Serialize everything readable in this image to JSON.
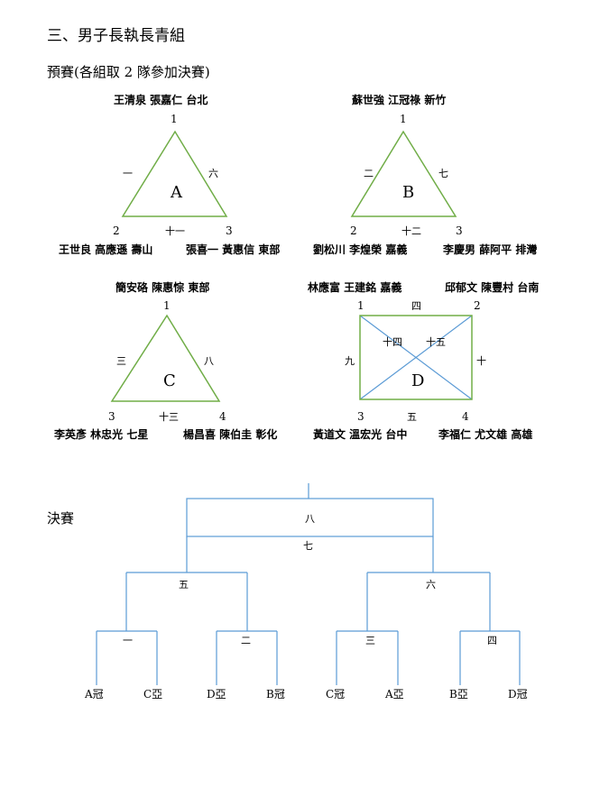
{
  "section_title": "三、男子長執長青組",
  "prelim_title": "預賽(各組取 2 隊參加決賽)",
  "final_title": "決賽",
  "groups": {
    "A": {
      "label": "A",
      "team1": "王清泉 張嘉仁 台北",
      "team2": "王世良 高應遜 壽山",
      "team3": "張喜一 黃惠信 東部",
      "pos1": "1",
      "pos2": "2",
      "pos3": "3",
      "games": {
        "left": "一",
        "right": "六",
        "bottom": "十一"
      }
    },
    "B": {
      "label": "B",
      "team1": "蘇世強 江冠祿 新竹",
      "team2": "劉松川 李煌榮 嘉義",
      "team3": "李慶男 薛阿平 排灣",
      "pos1": "1",
      "pos2": "2",
      "pos3": "3",
      "games": {
        "left": "二",
        "right": "七",
        "bottom": "十二"
      }
    },
    "C": {
      "label": "C",
      "team1": "簡安硌 陳惠悰 東部",
      "team2": "李英彥 林忠光 七星",
      "team3": "楊昌喜 陳伯圭 彰化",
      "pos1": "1",
      "pos2": "3",
      "pos3": "4",
      "games": {
        "left": "三",
        "right": "八",
        "bottom": "十三"
      }
    },
    "D": {
      "label": "D",
      "team1": "林應富 王建銘 嘉義",
      "team2": "邱郁文 陳豐村 台南",
      "team3": "黃道文 溫宏光 台中",
      "team4": "李福仁 尤文雄 高雄",
      "pos1": "1",
      "pos2": "2",
      "pos3": "3",
      "pos4": "4",
      "games": {
        "top": "四",
        "left": "九",
        "right": "十",
        "bottom": "五",
        "diag1": "十四",
        "diag2": "十五"
      }
    }
  },
  "final": {
    "r1": [
      "一",
      "二",
      "三",
      "四"
    ],
    "r2": [
      "五",
      "六"
    ],
    "upper": "八",
    "lower": "七",
    "slots": [
      "A冠",
      "C亞",
      "D亞",
      "B冠",
      "C冠",
      "A亞",
      "B亞",
      "D冠"
    ]
  },
  "colors": {
    "triangle": "#70ad47",
    "square": "#5b9bd5",
    "square_border": "#70ad47",
    "bracket": "#5b9bd5"
  }
}
